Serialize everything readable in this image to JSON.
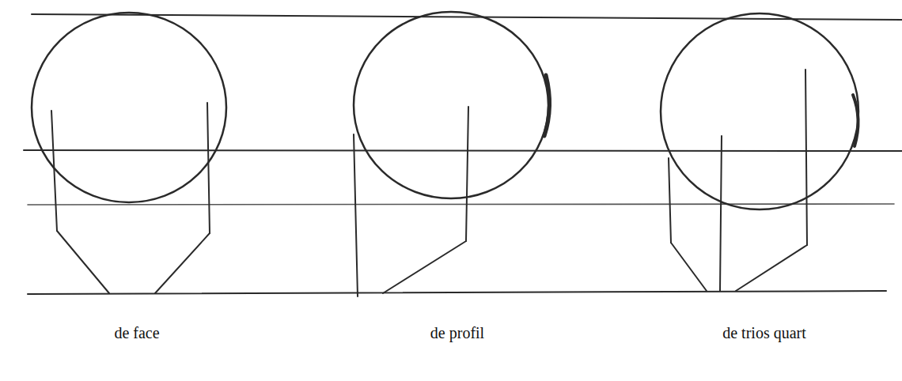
{
  "diagram": {
    "labels": [
      "de face",
      "de profil",
      "de trios quart"
    ]
  }
}
